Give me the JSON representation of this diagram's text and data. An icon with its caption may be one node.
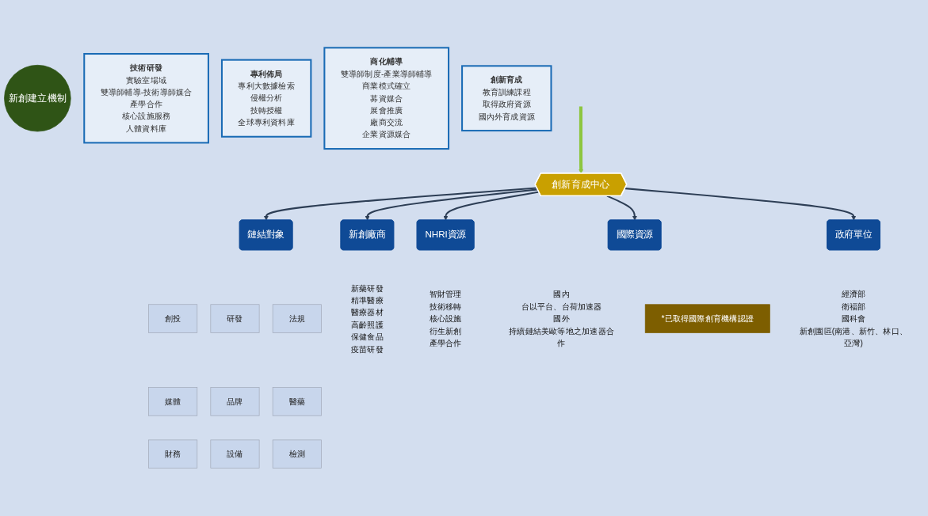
{
  "diagram": {
    "nodes": [
      {
        "text": [
          "新創建立機制"
        ]
      },
      {
        "text": [
          "技術研發",
          "實驗室場域",
          "雙導師輔導-技術導師媒合",
          "產學合作",
          "核心設施服務",
          "人體資料庫"
        ]
      },
      {
        "text": [
          "專利佈局",
          "專利大數據檢索",
          "侵權分析",
          "技轉授權",
          "全球專利資料庫"
        ]
      },
      {
        "text": [
          "商化輔導",
          "雙導師制度-產業導師輔導",
          "商業模式確立",
          "募資媒合",
          "展會推廣",
          "廠商交流",
          "企業資源媒合"
        ]
      },
      {
        "text": [
          "創新育成",
          "教育訓練課程",
          "取得政府資源",
          "國內外育成資源"
        ]
      },
      {
        "text": [
          "創新育成中心"
        ]
      },
      {
        "text": [
          "鏈結對象"
        ]
      },
      {
        "text": [
          "新創廠商"
        ],
        "beside": [
          "新藥研發",
          "精準醫療",
          "醫療器材",
          "高齡照護",
          "保健食品",
          "疫苗研發"
        ]
      },
      {
        "text": [
          "NHRI資源"
        ],
        "beside": [
          "智財管理",
          "技術移轉",
          "核心設施",
          "衍生新創",
          "產學合作"
        ]
      },
      {
        "text": [
          "國際資源"
        ],
        "beside": [
          "國內",
          "台以平台、台荷加速器",
          "國外",
          "持續鏈結美歐等地之加速器合作"
        ]
      },
      {
        "text": [
          "政府單位"
        ],
        "beside": [
          "經濟部",
          "衛福部",
          "國科會",
          "新創園區(南港、新竹、林口、亞灣)"
        ]
      },
      {
        "text": [
          "創投"
        ]
      },
      {
        "text": [
          "研發"
        ]
      },
      {
        "text": [
          "法規"
        ]
      },
      {
        "text": [
          "媒體"
        ]
      },
      {
        "text": [
          "品牌"
        ]
      },
      {
        "text": [
          "醫藥"
        ]
      },
      {
        "text": [
          "財務"
        ]
      },
      {
        "text": [
          "設備"
        ]
      },
      {
        "text": [
          "檢測"
        ]
      },
      {
        "text": [
          "*已取得國際創育機構認證"
        ]
      }
    ],
    "edges": [
      {
        "from": null,
        "to": 5,
        "arrow": "to",
        "style": "thick",
        "color": "#8dc63f"
      },
      {
        "from": 5,
        "to": 6,
        "arrow": "to"
      },
      {
        "from": 5,
        "to": 7,
        "arrow": "to"
      },
      {
        "from": 5,
        "to": 8,
        "arrow": "to"
      },
      {
        "from": 5,
        "to": 9,
        "arrow": "to"
      },
      {
        "from": 5,
        "to": 10,
        "arrow": "to"
      }
    ]
  }
}
